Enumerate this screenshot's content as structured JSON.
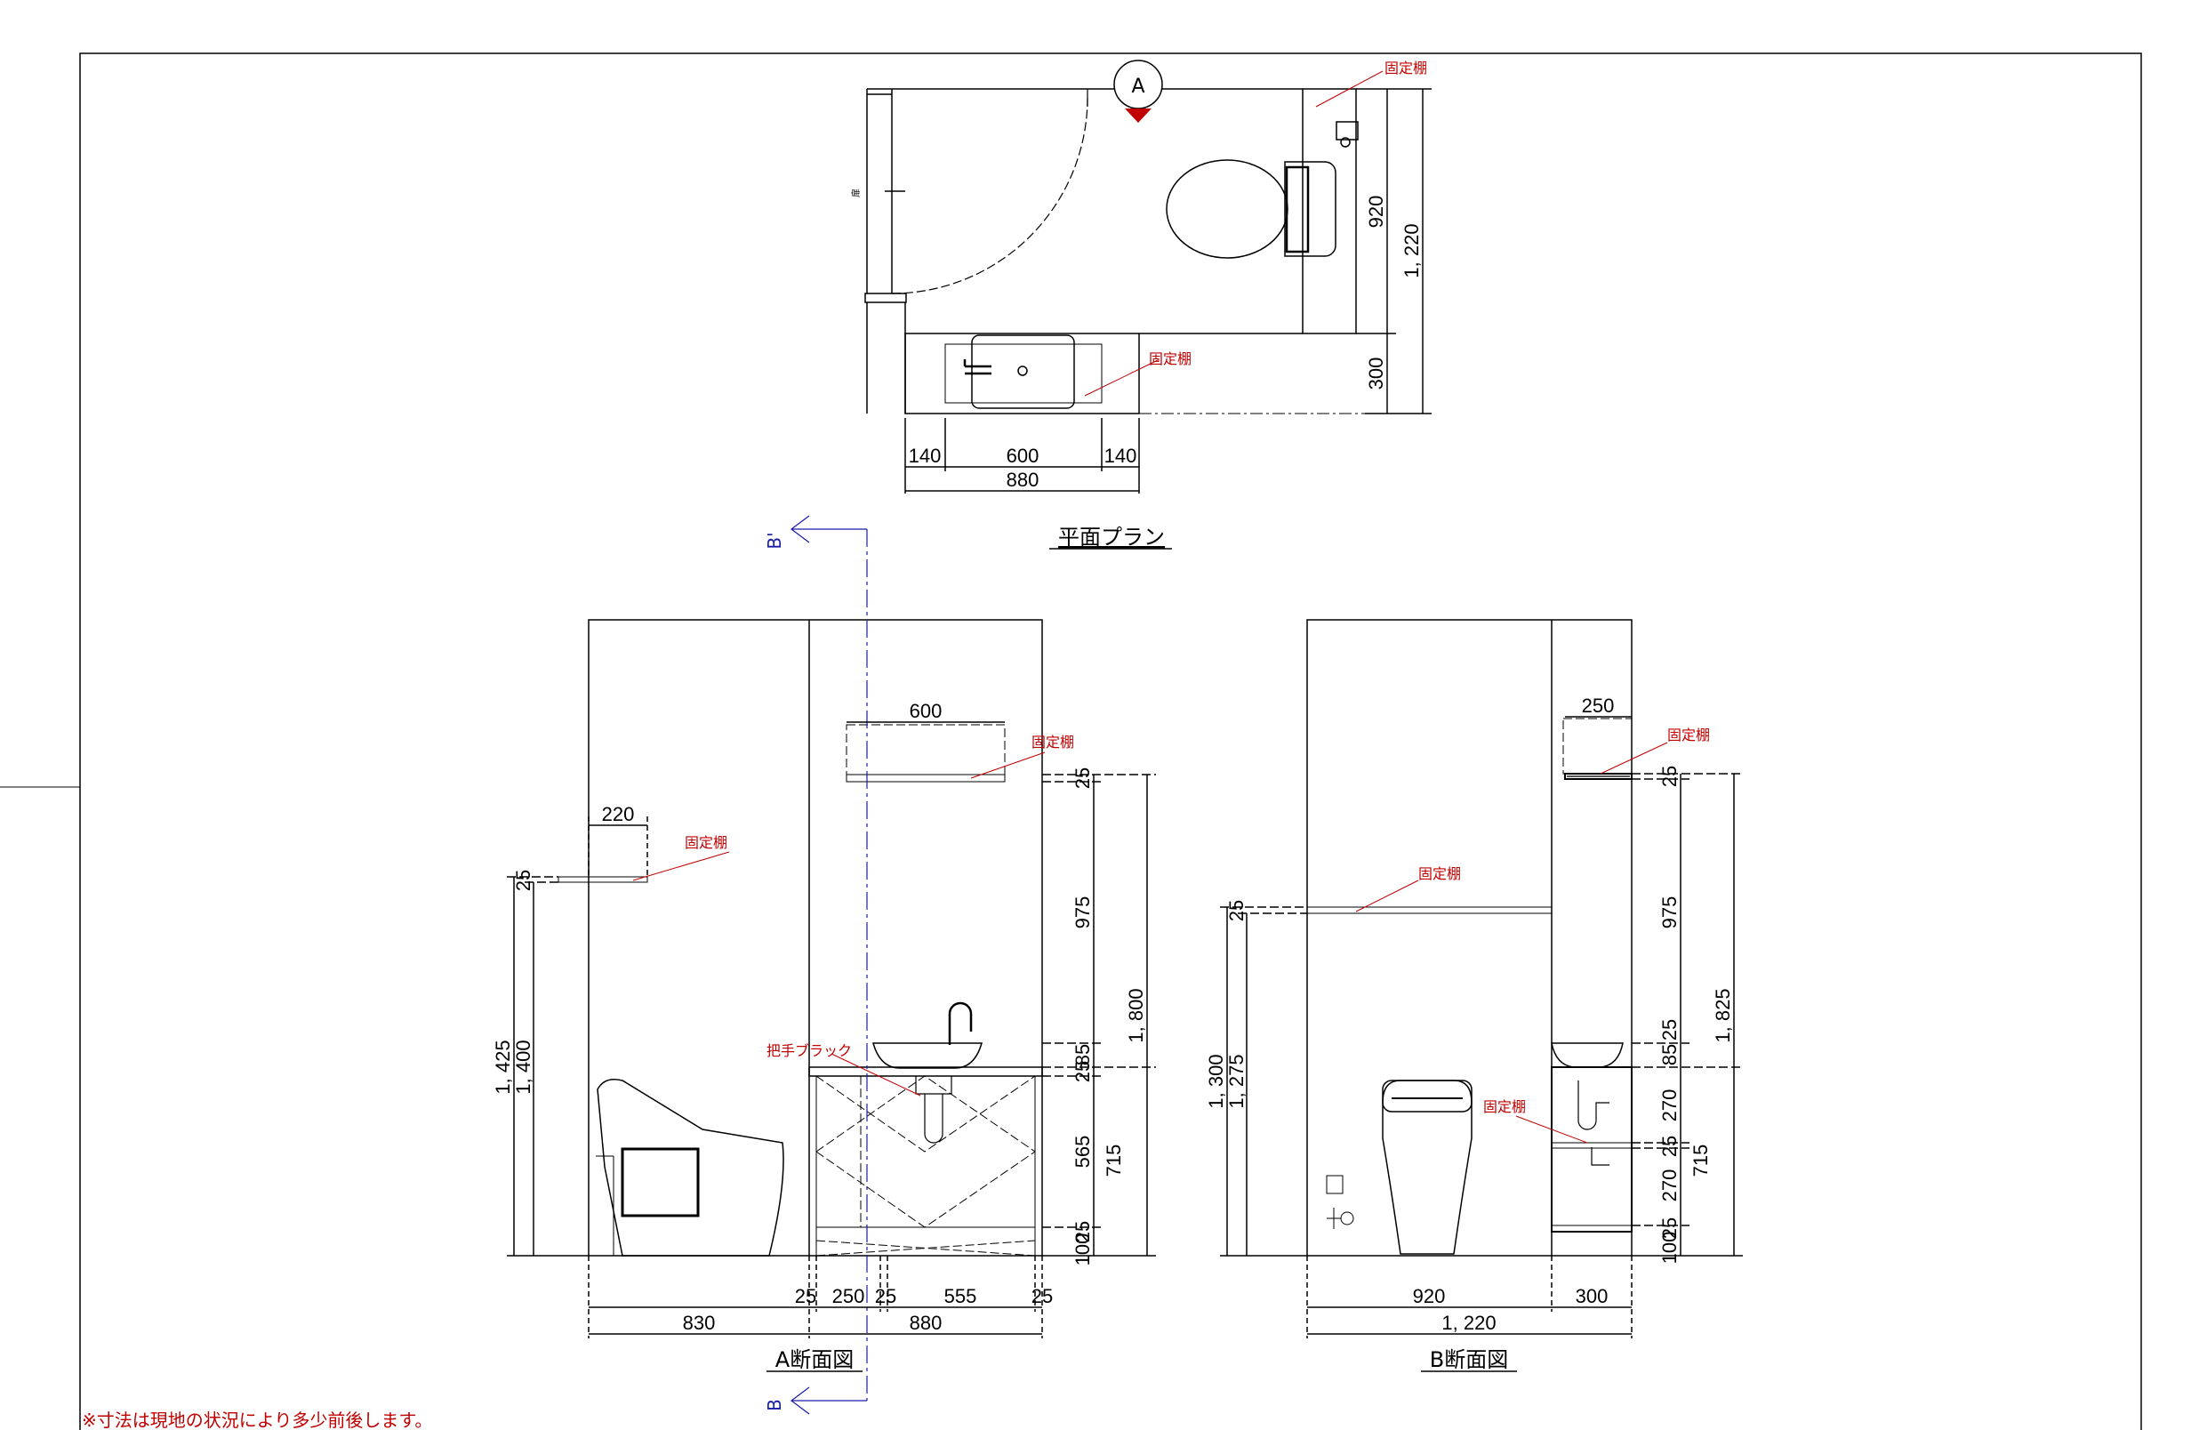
{
  "plan": {
    "title": "平面プラン",
    "marker": "A",
    "door_label": "扉",
    "labels": [
      "固定棚",
      "固定棚"
    ],
    "dims": {
      "d140a": "140",
      "d600": "600",
      "d140b": "140",
      "d880": "880",
      "d920": "920",
      "d1220": "1, 220",
      "d300": "300"
    }
  },
  "sectionA": {
    "title": "A断面図",
    "labels": {
      "shelf_top": "固定棚",
      "shelf_left": "固定棚",
      "handle": "把手ブラック"
    },
    "dims": {
      "w600": "600",
      "w220": "220",
      "v25a": "25",
      "v975": "975",
      "v85": "85",
      "v25b": "25",
      "v565": "565",
      "v25c": "25",
      "v100": "100",
      "v1800": "1, 800",
      "v715": "715",
      "v25l": "25",
      "v1425": "1, 425",
      "v1400": "1, 400",
      "h25a": "25",
      "h250": "250",
      "h25b": "25",
      "h555": "555",
      "h25c": "25",
      "h830": "830",
      "h880": "880"
    },
    "section_mark_top": "B'",
    "section_mark_bottom": "B"
  },
  "sectionB": {
    "title": "B断面図",
    "labels": {
      "shelf_top": "固定棚",
      "shelf_mid": "固定棚",
      "shelf_low": "固定棚"
    },
    "dims": {
      "w250": "250",
      "v25a": "25",
      "v975": "975",
      "v25b": "25",
      "v85": "85",
      "v270a": "270",
      "v25c": "25",
      "v270b": "270",
      "v25d": "25",
      "v100": "100",
      "v1825": "1, 825",
      "v715": "715",
      "v25l": "25",
      "v1300": "1, 300",
      "v1275": "1, 275",
      "h920": "920",
      "h300": "300",
      "h1220": "1, 220"
    }
  },
  "footnote": "※寸法は現地の状況により多少前後します。",
  "colors": {
    "line": "#000000",
    "leader": "#c00000",
    "section": "#1a1aa8",
    "marker_fill": "#c00000"
  }
}
